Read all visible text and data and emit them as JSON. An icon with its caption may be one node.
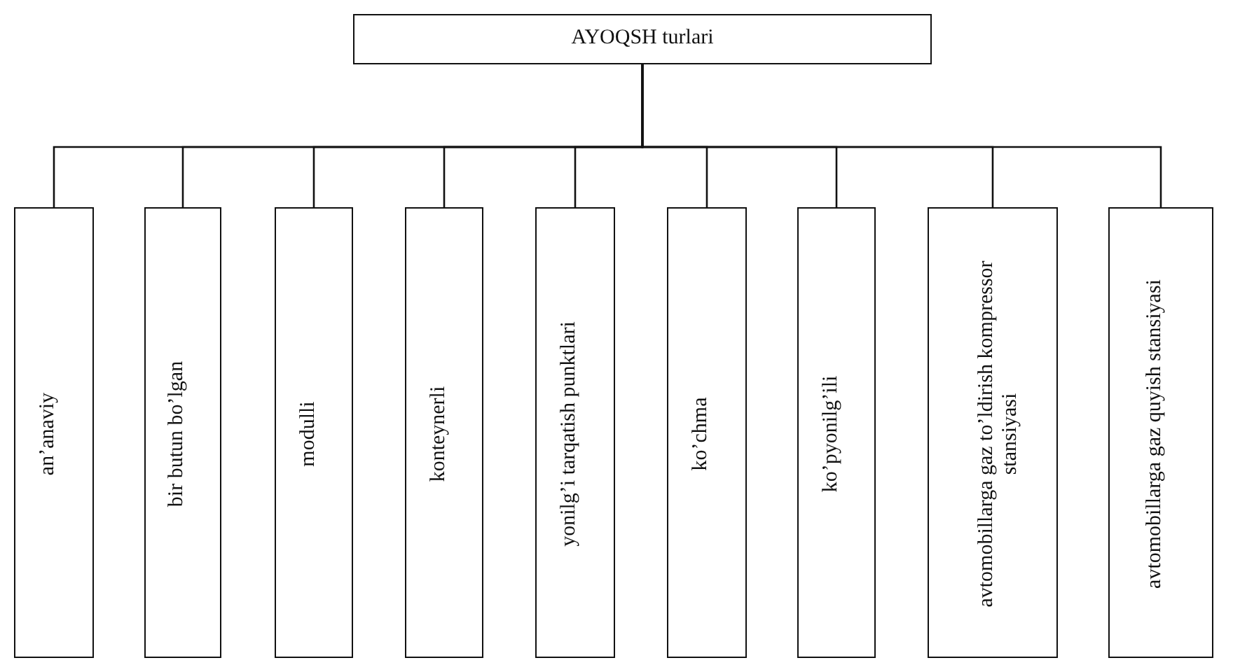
{
  "diagram": {
    "nodes": [
      {
        "text": [
          "AYOQSH turlari"
        ]
      },
      {
        "text": [
          "an’anaviy"
        ]
      },
      {
        "text": [
          "bir butun bo’lgan"
        ]
      },
      {
        "text": [
          "modulli"
        ]
      },
      {
        "text": [
          "konteynerli"
        ]
      },
      {
        "text": [
          "yonilg’i tarqatish punktlari"
        ]
      },
      {
        "text": [
          "ko’chma"
        ]
      },
      {
        "text": [
          "ko’pyonilg’ili"
        ]
      },
      {
        "text": [
          "avtomobillarga gaz to’ldirish kompressor stansiyasi"
        ]
      },
      {
        "text": [
          "avtomobillarga gaz quyish stansiyasi"
        ]
      }
    ],
    "edges": [
      {
        "from": 0,
        "to": 1,
        "arrow": "none"
      },
      {
        "from": 0,
        "to": 2,
        "arrow": "none"
      },
      {
        "from": 0,
        "to": 3,
        "arrow": "none"
      },
      {
        "from": 0,
        "to": 4,
        "arrow": "none"
      },
      {
        "from": 0,
        "to": 5,
        "arrow": "none"
      },
      {
        "from": 0,
        "to": 6,
        "arrow": "none"
      },
      {
        "from": 0,
        "to": 7,
        "arrow": "none"
      },
      {
        "from": 0,
        "to": 8,
        "arrow": "none"
      },
      {
        "from": 0,
        "to": 9,
        "arrow": "none"
      }
    ]
  }
}
